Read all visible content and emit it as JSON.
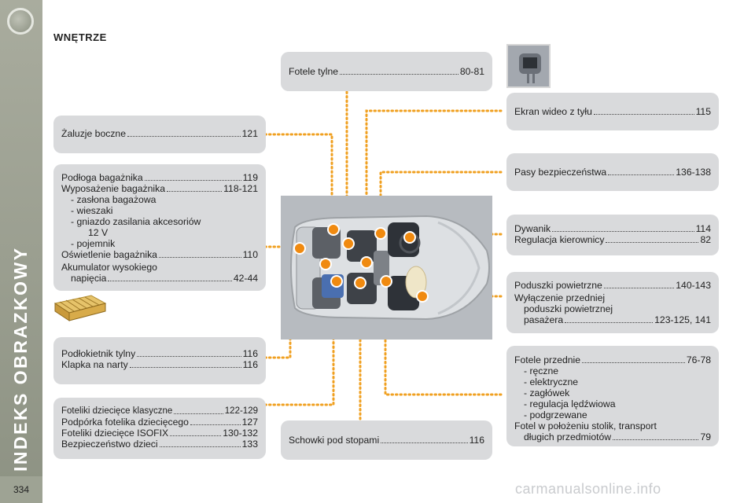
{
  "sidebar": {
    "title": "INDEKS OBRAZKOWY",
    "page_number": "334"
  },
  "heading": "WNĘTRZE",
  "boxes": {
    "fotele_tylne": {
      "label": "Fotele tylne",
      "page": "80-81"
    },
    "zaluzje": {
      "label": "Żaluzje boczne",
      "page": "121"
    },
    "bagaz": {
      "r1": {
        "label": "Podłoga bagażnika",
        "page": "119"
      },
      "r2": {
        "label": "Wyposażenie bagażnika",
        "page": "118-121"
      },
      "subs": [
        "- zasłona bagażowa",
        "- wieszaki",
        "- gniazdo zasilania akcesoriów"
      ],
      "sub_cont": "12 V",
      "sub_last": "- pojemnik",
      "r3": {
        "label": "Oświetlenie bagażnika",
        "page": "110"
      },
      "r4_line1": "Akumulator wysokiego",
      "r4": {
        "label": "napięcia",
        "page": "42-44"
      }
    },
    "podlokietnik": {
      "r1": {
        "label": "Podłokietnik tylny",
        "page": "116"
      },
      "r2": {
        "label": "Klapka na narty",
        "page": "116"
      }
    },
    "foteliki": {
      "r1": {
        "label": "Foteliki dziecięce klasyczne",
        "page": "122-129"
      },
      "r2": {
        "label": "Podpórka fotelika dziecięcego",
        "page": "127"
      },
      "r3": {
        "label": "Foteliki dziecięce ISOFIX",
        "page": "130-132"
      },
      "r4": {
        "label": "Bezpieczeństwo dzieci",
        "page": "133"
      }
    },
    "schowki": {
      "label": "Schowki pod stopami",
      "page": "116"
    },
    "ekran": {
      "label": "Ekran wideo z tyłu",
      "page": "115"
    },
    "pasy": {
      "label": "Pasy bezpieczeństwa",
      "page": "136-138"
    },
    "dywanik": {
      "r1": {
        "label": "Dywanik",
        "page": "114"
      },
      "r2": {
        "label": "Regulacja kierownicy",
        "page": "82"
      }
    },
    "poduszki": {
      "r1": {
        "label": "Poduszki powietrzne",
        "page": "140-143"
      },
      "line2": "Wyłączenie przedniej",
      "line3": "poduszki powietrznej",
      "r4": {
        "label": "pasażera",
        "page": "123-125, 141"
      }
    },
    "fotele_przednie": {
      "r1": {
        "label": "Fotele przednie",
        "page": "76-78"
      },
      "subs": [
        "- ręczne",
        "- elektryczne",
        "- zagłówek",
        "- regulacja lędźwiowa",
        "- podgrzewane"
      ],
      "line": "Fotel w położeniu stolik, transport",
      "r_last": {
        "label": "długich przedmiotów",
        "page": "79"
      }
    }
  },
  "footer": "carmanualsonline.info",
  "colors": {
    "accent_orange": "#f0a020",
    "marker_orange": "#f08a10",
    "box_grey": "#d9dadc",
    "sidebar": "#9ea394"
  }
}
